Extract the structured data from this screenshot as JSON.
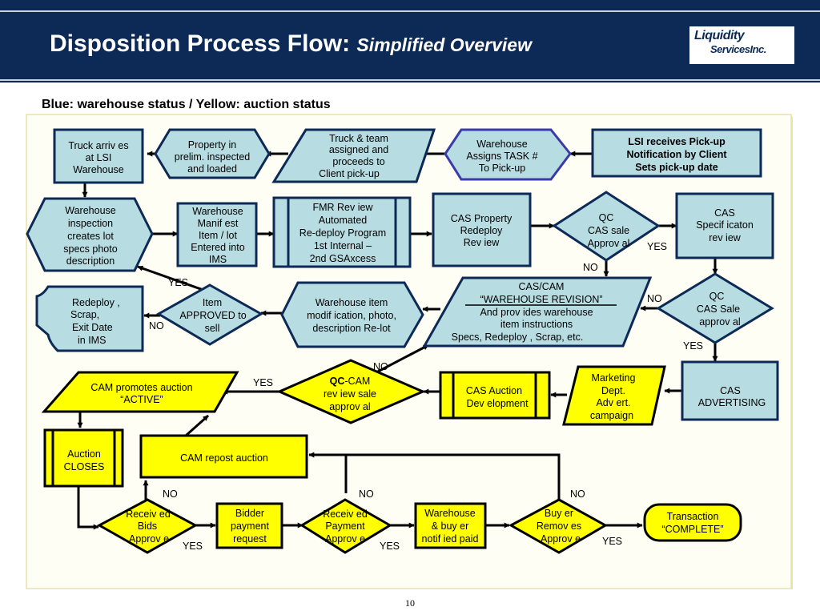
{
  "header": {
    "title_main": "Disposition Process Flow:",
    "title_sub": "Simplified Overview",
    "logo_line1": "Liquidity",
    "logo_line2": "Services",
    "logo_suffix": "Inc."
  },
  "subtitle": "Blue: warehouse status / Yellow: auction status",
  "colors": {
    "warehouse": "#b7dde3",
    "auction": "#ffff00",
    "header": "#0c2a55"
  },
  "nodes": {
    "truck_arrives": [
      "Truck arriv es",
      "at  LSI",
      "Warehouse"
    ],
    "property_inspected": [
      "Property  in",
      "prelim.  inspected",
      "and loaded"
    ],
    "truck_team": [
      "Truck & team",
      "assigned and",
      "proceeds to",
      "Client  pick-up"
    ],
    "warehouse_task": [
      "Warehouse",
      "Assigns TASK #",
      "To Pick-up"
    ],
    "lsi_receives": [
      "LSI receives  Pick-up",
      "Notification by Client",
      "Sets pick-up date"
    ],
    "warehouse_inspection": [
      "Warehouse",
      "inspection",
      "creates lot",
      "specs photo",
      "description"
    ],
    "warehouse_manifest": [
      "Warehouse",
      "Manif est",
      "Item / lot",
      "Entered into",
      "IMS"
    ],
    "fmr_review": [
      "FMR Rev iew",
      "Automated",
      "Re-deploy Program",
      "1st  Internal –",
      "2nd GSAxcess"
    ],
    "cas_property": [
      "CAS Property",
      "Redeploy",
      "Rev iew"
    ],
    "qc_cas_sale": [
      "QC",
      "CAS sale",
      "Approv al"
    ],
    "cas_spec": [
      "CAS",
      "Specif icaton",
      "rev iew"
    ],
    "redeploy_scrap": [
      "Redeploy ,",
      "Scrap,",
      "Exit Date",
      "in IMS"
    ],
    "item_approved": [
      "Item",
      "APPROVED to",
      "sell"
    ],
    "warehouse_item_mod": [
      "Warehouse item",
      "modif ication, photo,",
      "description Re-lot"
    ],
    "cas_cam_revision_1": "CAS/CAM",
    "cas_cam_revision_2": "“WAREHOUSE REVISION”",
    "cas_cam_revision_3": [
      "And prov ides warehouse",
      "item  instructions",
      "Specs, Redeploy , Scrap, etc."
    ],
    "qc_cas_sale_approval": [
      "QC",
      "CAS Sale",
      "approv al"
    ],
    "cam_promotes": [
      "CAM promotes auction",
      "“ACTIVE”"
    ],
    "qc_cam_bold": "QC",
    "qc_cam_rest": "-CAM",
    "qc_cam_lines": [
      "rev iew sale",
      "approv al"
    ],
    "cas_auction_dev": [
      "CAS Auction",
      "Dev elopment"
    ],
    "marketing": [
      "Marketing",
      "Dept.",
      "Adv ert.",
      "campaign"
    ],
    "cas_advertising": [
      "CAS",
      "ADVERTISING"
    ],
    "auction_closes": [
      "Auction",
      "CLOSES"
    ],
    "cam_repost": "CAM repost auction",
    "received_bids": [
      "Receiv ed",
      "Bids",
      "Approv e"
    ],
    "bidder_payment": [
      "Bidder",
      "payment",
      "request"
    ],
    "received_payment": [
      "Receiv ed",
      "Payment",
      "Approv e"
    ],
    "warehouse_notified": [
      "Warehouse",
      "& buy er",
      "notif ied paid"
    ],
    "buyer_removes": [
      "Buy er",
      "Remov es",
      "Approv e"
    ],
    "transaction_complete": [
      "Transaction",
      "“COMPLETE”"
    ]
  },
  "edge_labels": {
    "yes_qc_cas": "YES",
    "no_qc_cas": "NO",
    "yes_item_approved": "YES",
    "no_item_approved": "NO",
    "no_qc_sale": "NO",
    "yes_qc_sale": "YES",
    "no_qc_cam": "NO",
    "yes_qc_cam": "YES",
    "no_bids": "NO",
    "yes_bids": "YES",
    "no_payment": "NO",
    "yes_payment": "YES",
    "no_buyer": "NO",
    "yes_buyer": "YES"
  },
  "page_number": "10"
}
